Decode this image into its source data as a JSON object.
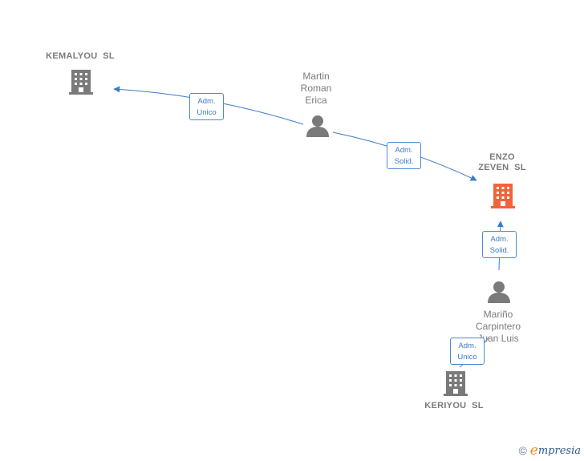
{
  "nodes": {
    "kemalyou": {
      "name": "KEMALYOU  SL",
      "kind": "company",
      "color": "#7a7a7a"
    },
    "enzo": {
      "name": "ENZO\nZEVEN  SL",
      "kind": "company",
      "color": "#f0643a"
    },
    "keriyou": {
      "name": "KERIYOU  SL",
      "kind": "company",
      "color": "#7a7a7a"
    },
    "martin": {
      "name_lines": [
        "Martin",
        "Roman",
        "Erica"
      ],
      "kind": "person"
    },
    "marino": {
      "name_lines": [
        "Mariño",
        "Carpintero",
        "Juan Luis"
      ],
      "kind": "person"
    }
  },
  "edges": [
    {
      "from": "martin",
      "to": "kemalyou",
      "role_lines": [
        "Adm.",
        "Unico"
      ]
    },
    {
      "from": "martin",
      "to": "enzo",
      "role_lines": [
        "Adm.",
        "Solid."
      ]
    },
    {
      "from": "marino",
      "to": "enzo",
      "role_lines": [
        "Adm.",
        "Solid."
      ]
    },
    {
      "from": "marino",
      "to": "keriyou",
      "role_lines": [
        "Adm.",
        "Unico"
      ]
    }
  ],
  "colors": {
    "edge": "#3a7bc8",
    "person": "#7a7a7a"
  },
  "icons": {
    "company": "building-icon",
    "person": "person-icon"
  },
  "footer": {
    "copyright": "©",
    "brand_initial": "e",
    "brand_rest": "mpresia"
  }
}
